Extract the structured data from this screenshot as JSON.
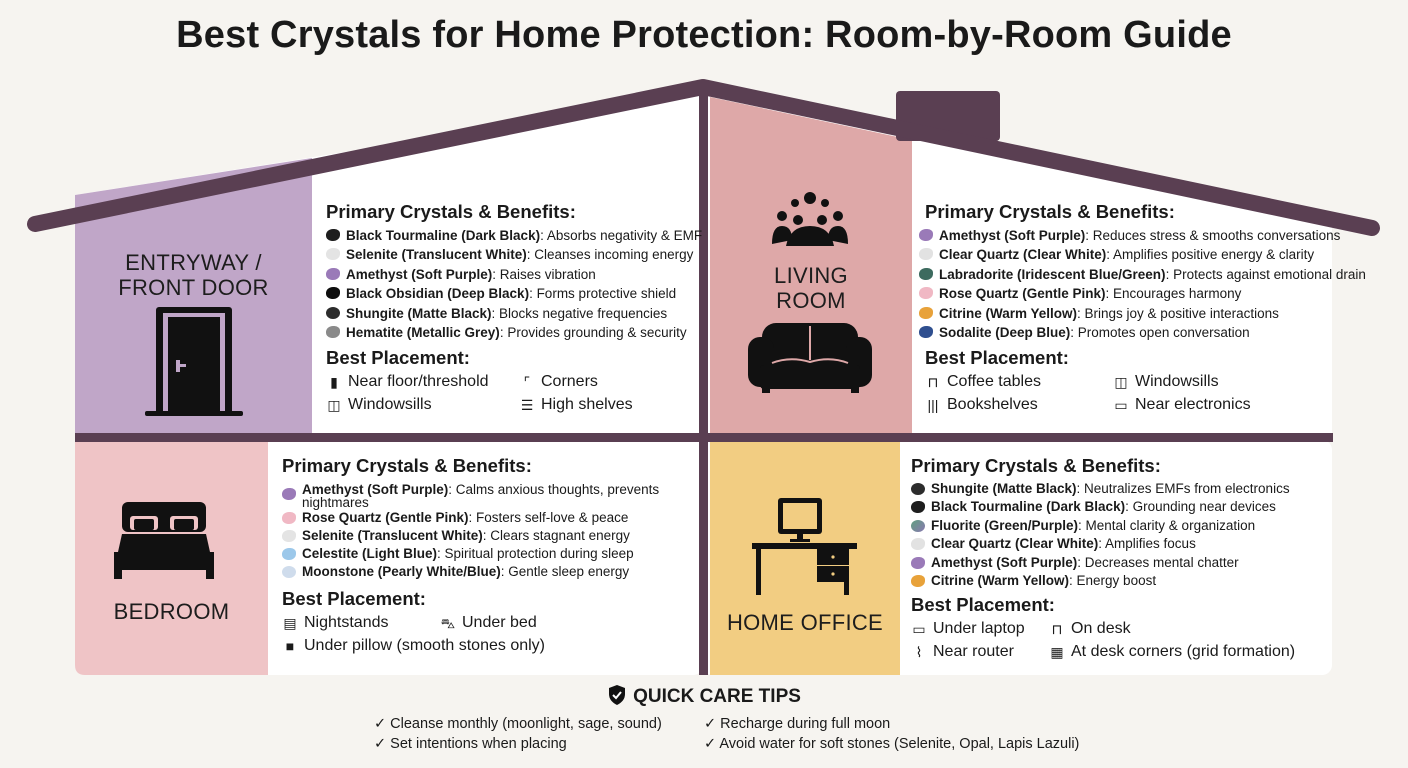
{
  "title": "Best Crystals for Home Protection: Room-by-Room Guide",
  "colors": {
    "frame": "#5a3f52",
    "background": "#f6f4f0",
    "entryway": "#c0a6c8",
    "living_room": "#dea8a8",
    "bedroom": "#efc4c6",
    "home_office": "#f2cd82"
  },
  "rooms": {
    "entryway": {
      "label_line1": "ENTRYWAY /",
      "label_line2": "FRONT DOOR",
      "icon": "door-icon",
      "crystals_heading": "Primary Crystals & Benefits:",
      "crystals": [
        {
          "name": "Black Tourmaline (Dark Black)",
          "benefit": ": Absorbs negativity & EMF",
          "color": "#1e1e1e"
        },
        {
          "name": "Selenite (Translucent White)",
          "benefit": ": Cleanses incoming energy",
          "color": "#e4e4e4"
        },
        {
          "name": "Amethyst (Soft Purple)",
          "benefit": ": Raises vibration",
          "color": "#9a7ab8"
        },
        {
          "name": "Black Obsidian (Deep Black)",
          "benefit": ": Forms protective shield",
          "color": "#0e0e0e"
        },
        {
          "name": "Shungite (Matte Black)",
          "benefit": ": Blocks negative frequencies",
          "color": "#2c2c2c"
        },
        {
          "name": "Hematite (Metallic Grey)",
          "benefit": ": Provides grounding & security",
          "color": "#8a8a8a"
        }
      ],
      "placement_heading": "Best Placement:",
      "placement": [
        {
          "icon": "door-small-icon",
          "glyph": "▮",
          "label": "Near floor/threshold"
        },
        {
          "icon": "corner-icon",
          "glyph": "⌜",
          "label": "Corners"
        },
        {
          "icon": "window-icon",
          "glyph": "◫",
          "label": "Windowsills"
        },
        {
          "icon": "shelf-icon",
          "glyph": "☰",
          "label": "High shelves"
        }
      ]
    },
    "living_room": {
      "label_line1": "LIVING",
      "label_line2": "ROOM",
      "icon": "sofa-icon",
      "group_icon": "people-gathering-icon",
      "crystals_heading": "Primary Crystals & Benefits:",
      "crystals": [
        {
          "name": "Amethyst (Soft Purple)",
          "benefit": ": Reduces stress & smooths conversations",
          "color": "#9a7ab8"
        },
        {
          "name": "Clear Quartz (Clear White)",
          "benefit": ": Amplifies positive energy & clarity",
          "color": "#e2e2e2"
        },
        {
          "name": "Labradorite (Iridescent Blue/Green)",
          "benefit": ": Protects against emotional drain",
          "color": "#3d6b5f"
        },
        {
          "name": "Rose Quartz (Gentle Pink)",
          "benefit": ": Encourages harmony",
          "color": "#f0b8c4"
        },
        {
          "name": "Citrine (Warm Yellow)",
          "benefit": ": Brings joy & positive interactions",
          "color": "#e8a23a"
        },
        {
          "name": "Sodalite (Deep Blue)",
          "benefit": ": Promotes open conversation",
          "color": "#2f4f8f"
        }
      ],
      "placement_heading": "Best Placement:",
      "placement": [
        {
          "icon": "coffee-table-icon",
          "glyph": "⊓",
          "label": "Coffee tables"
        },
        {
          "icon": "window-icon",
          "glyph": "◫",
          "label": "Windowsills"
        },
        {
          "icon": "bookshelf-icon",
          "glyph": "𝍢",
          "label": "Bookshelves"
        },
        {
          "icon": "electronics-icon",
          "glyph": "▭",
          "label": "Near electronics"
        }
      ]
    },
    "bedroom": {
      "label_line1": "BEDROOM",
      "icon": "bed-icon",
      "crystals_heading": "Primary Crystals & Benefits:",
      "crystals": [
        {
          "name": "Amethyst (Soft Purple)",
          "benefit": ": Calms anxious thoughts, prevents nightmares",
          "color": "#9a7ab8"
        },
        {
          "name": "Rose Quartz (Gentle Pink)",
          "benefit": ": Fosters self-love & peace",
          "color": "#f0b8c4"
        },
        {
          "name": "Selenite (Translucent White)",
          "benefit": ": Clears stagnant energy",
          "color": "#e4e4e4"
        },
        {
          "name": "Celestite (Light Blue)",
          "benefit": ": Spiritual protection during sleep",
          "color": "#9cc8ea"
        },
        {
          "name": "Moonstone (Pearly White/Blue)",
          "benefit": ": Gentle sleep energy",
          "color": "#cfdcec"
        }
      ],
      "placement_heading": "Best Placement:",
      "placement": [
        {
          "icon": "nightstand-icon",
          "glyph": "▤",
          "label": "Nightstands"
        },
        {
          "icon": "bed-small-icon",
          "glyph": "⛍",
          "label": "Under bed"
        },
        {
          "icon": "pillow-icon",
          "glyph": "■",
          "label": "Under pillow (smooth stones only)"
        }
      ]
    },
    "home_office": {
      "label_line1": "HOME OFFICE",
      "icon": "desk-computer-icon",
      "crystals_heading": "Primary Crystals & Benefits:",
      "crystals": [
        {
          "name": "Shungite (Matte Black)",
          "benefit": ": Neutralizes EMFs from electronics",
          "color": "#2c2c2c"
        },
        {
          "name": "Black Tourmaline (Dark Black)",
          "benefit": ": Grounding near devices",
          "color": "#1e1e1e"
        },
        {
          "name": "Fluorite (Green/Purple)",
          "benefit": ": Mental clarity & organization",
          "color": "#6a9a88"
        },
        {
          "name": "Clear Quartz (Clear White)",
          "benefit": ": Amplifies focus",
          "color": "#e2e2e2"
        },
        {
          "name": "Amethyst (Soft Purple)",
          "benefit": ": Decreases mental chatter",
          "color": "#9a7ab8"
        },
        {
          "name": "Citrine (Warm Yellow)",
          "benefit": ": Energy boost",
          "color": "#e8a23a"
        }
      ],
      "placement_heading": "Best Placement:",
      "placement": [
        {
          "icon": "laptop-icon",
          "glyph": "▭",
          "label": "Under laptop"
        },
        {
          "icon": "desk-icon",
          "glyph": "⊓",
          "label": "On desk"
        },
        {
          "icon": "router-icon",
          "glyph": "⌇",
          "label": "Near router"
        },
        {
          "icon": "grid-icon",
          "glyph": "▦",
          "label": "At desk corners (grid formation)"
        }
      ]
    }
  },
  "tips": {
    "heading": "QUICK CARE TIPS",
    "icon": "shield-check-icon",
    "items": [
      "✓ Cleanse monthly (moonlight, sage, sound)",
      "✓ Recharge during full moon",
      "✓ Set intentions when placing",
      "✓ Avoid water for soft stones (Selenite, Opal, Lapis Lazuli)"
    ]
  }
}
